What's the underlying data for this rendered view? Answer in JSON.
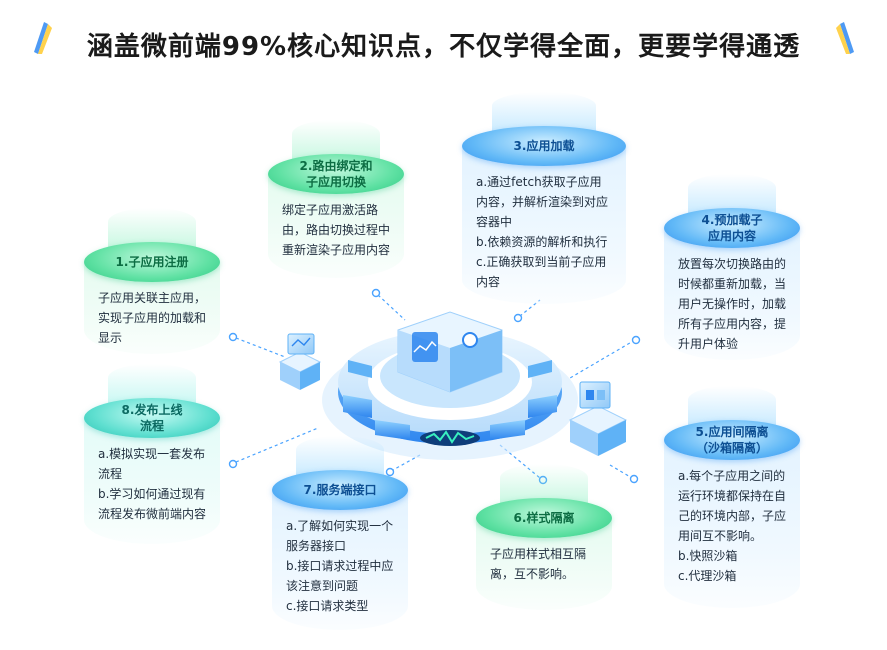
{
  "title": "涵盖微前端99%核心知识点，不仅学得全面，更要学得通透",
  "colors": {
    "green": "#2cc983",
    "blue": "#2f8ff0",
    "teal": "#27c2b2",
    "title": "#1a1a1a",
    "connector": "#4aa3ff"
  },
  "nodes": [
    {
      "title": "1.子应用注册",
      "items": [
        "子应用关联主应用，实现子应用的加载和显示"
      ]
    },
    {
      "title_lines": [
        "2.路由绑定和",
        "子应用切换"
      ],
      "items": [
        "绑定子应用激活路由，路由切换过程中重新渲染子应用内容"
      ]
    },
    {
      "title": "3.应用加载",
      "items": [
        "a.通过fetch获取子应用内容，并解析渲染到对应容器中",
        "b.依赖资源的解析和执行",
        "c.正确获取到当前子应用内容"
      ]
    },
    {
      "title_lines": [
        "4.预加载子",
        "应用内容"
      ],
      "items": [
        "放置每次切换路由的时候都重新加载，当用户无操作时，加载所有子应用内容，提升用户体验"
      ]
    },
    {
      "title_lines": [
        "5.应用间隔离",
        "（沙箱隔离）"
      ],
      "items": [
        "a.每个子应用之间的运行环境都保持在自己的环境内部，子应用间互不影响。",
        "b.快照沙箱",
        "c.代理沙箱"
      ]
    },
    {
      "title": "6.样式隔离",
      "items": [
        "子应用样式相互隔离，互不影响。"
      ]
    },
    {
      "title": "7.服务端接口",
      "items": [
        "a.了解如何实现一个服务器接口",
        "b.接口请求过程中应该注意到问题",
        "c.接口请求类型"
      ]
    },
    {
      "title_lines": [
        "8.发布上线",
        "流程"
      ],
      "items": [
        "a.模拟实现一套发布流程",
        "b.学习如何通过现有流程发布微前端内容"
      ]
    }
  ]
}
